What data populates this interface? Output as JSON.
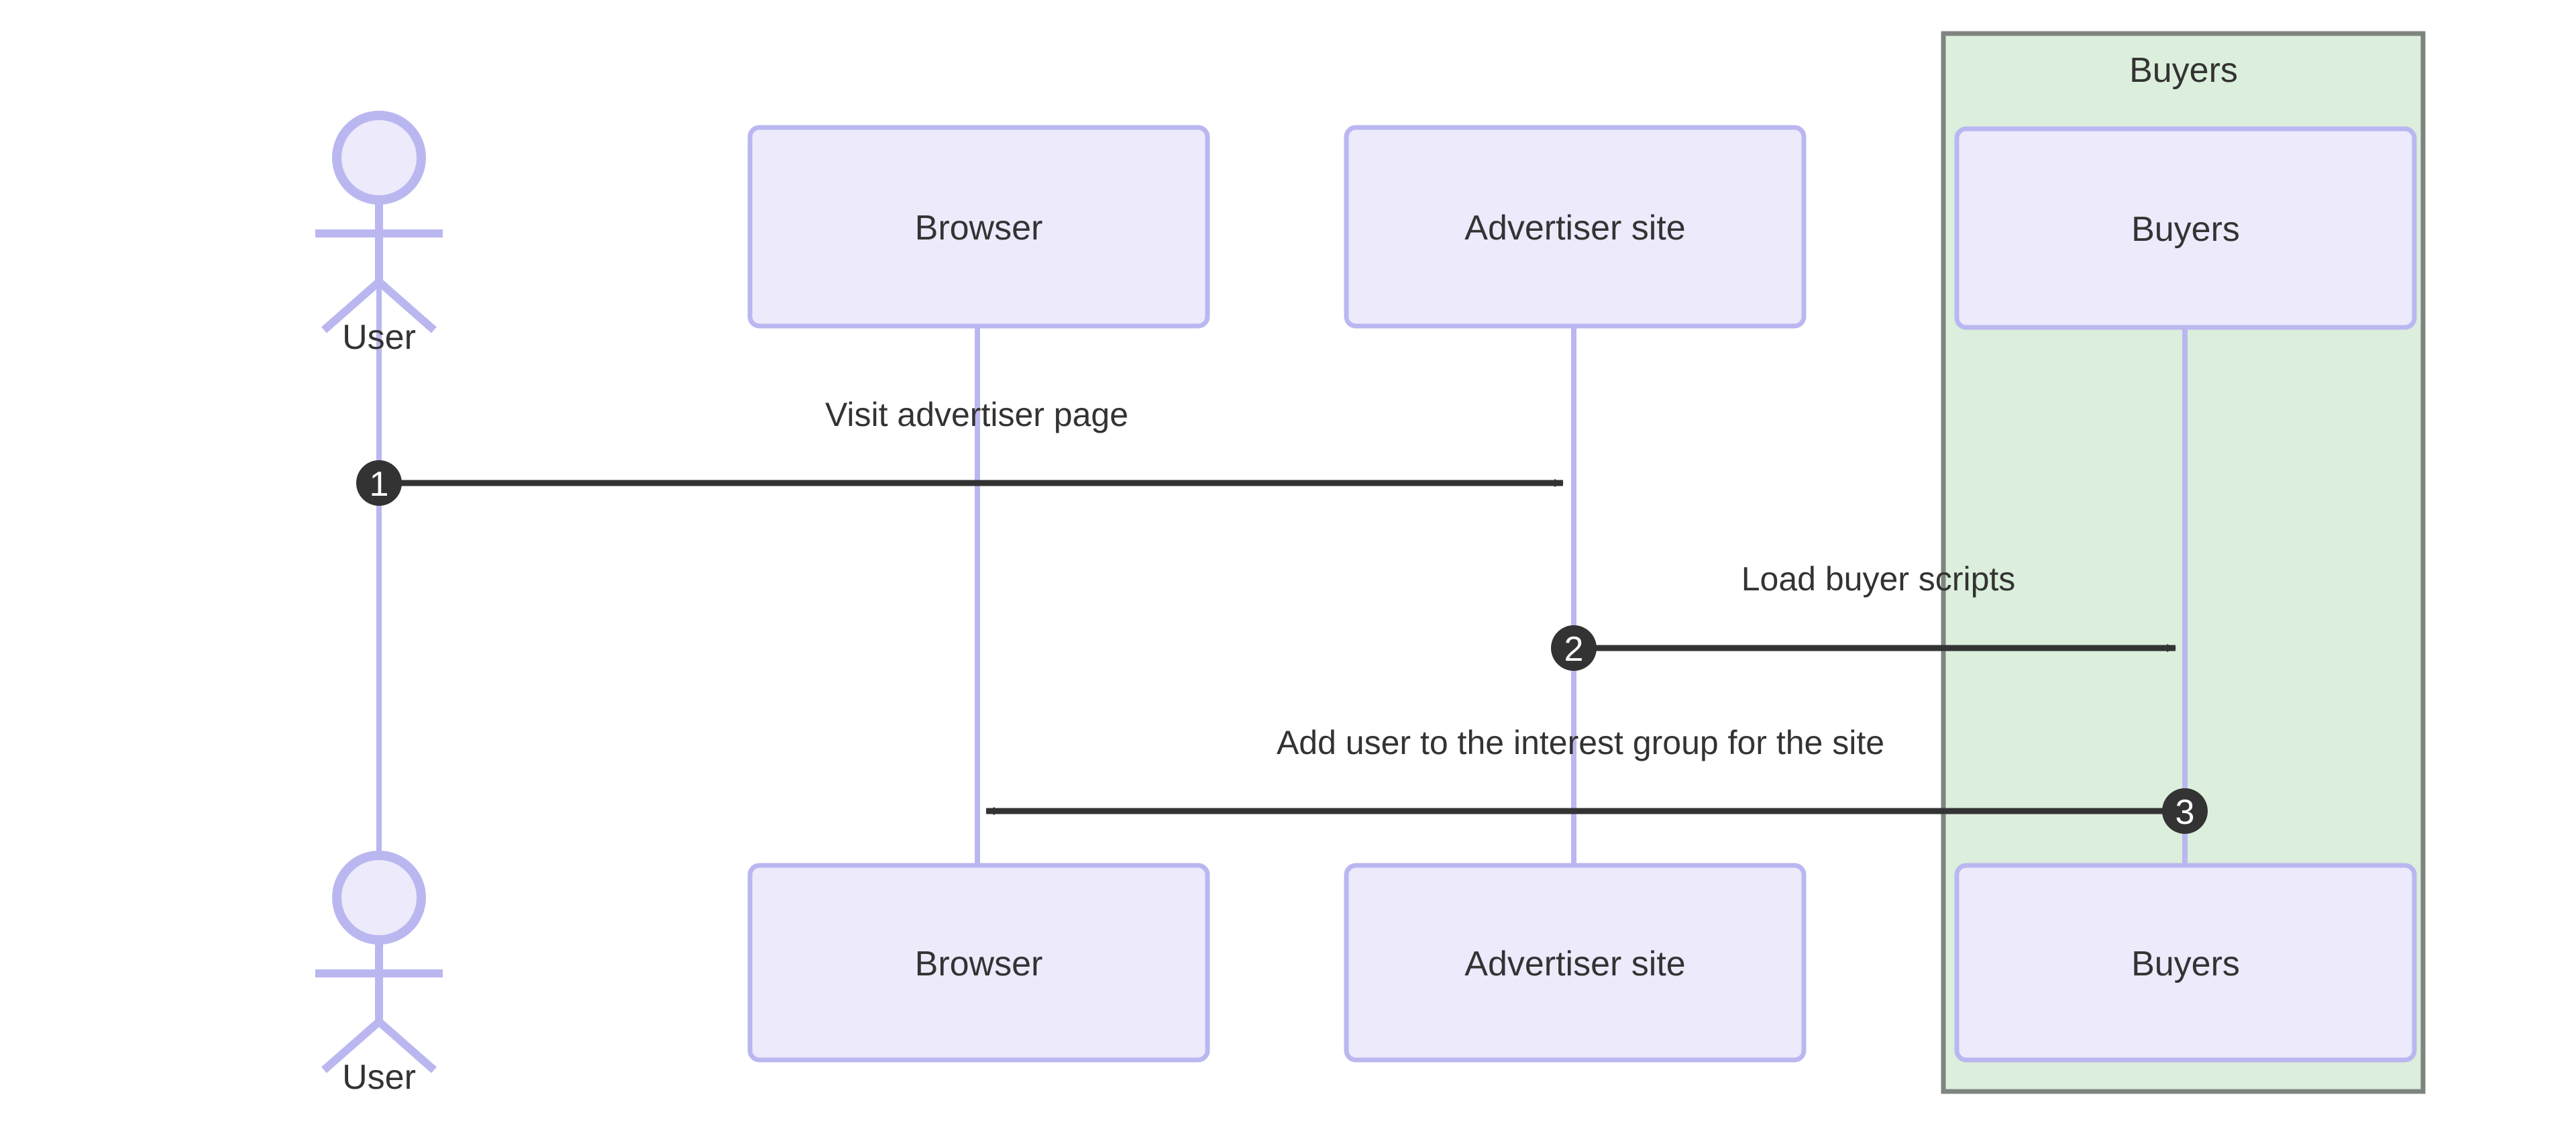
{
  "diagram": {
    "type": "sequence-diagram",
    "title": "",
    "background_color": "#ffffff",
    "participant_box": {
      "fill": "#ECEAFB",
      "stroke": "#BAB7F0",
      "text_color": "#333333"
    },
    "lifeline_color": "#BAB7F0",
    "arrow_color": "#333333",
    "sequence_marker": {
      "fill": "#333333",
      "text_color": "#ffffff"
    },
    "group": {
      "label": "Buyers",
      "fill": "#DCEEDC",
      "stroke": "#7E8480",
      "label_color": "#333333"
    },
    "participants": [
      {
        "id": "user",
        "label": "User",
        "kind": "actor"
      },
      {
        "id": "browser",
        "label": "Browser",
        "kind": "participant"
      },
      {
        "id": "advertiser",
        "label": "Advertiser site",
        "kind": "participant"
      },
      {
        "id": "buyers",
        "label": "Buyers",
        "kind": "participant",
        "group": "Buyers"
      }
    ],
    "participants_bottom": [
      {
        "id": "user",
        "label": "User",
        "kind": "actor"
      },
      {
        "id": "browser",
        "label": "Browser",
        "kind": "participant"
      },
      {
        "id": "advertiser",
        "label": "Advertiser site",
        "kind": "participant"
      },
      {
        "id": "buyers",
        "label": "Buyers",
        "kind": "participant",
        "group": "Buyers"
      }
    ],
    "messages": [
      {
        "number": "1",
        "label": "Visit advertiser page",
        "from": "user",
        "to": "advertiser",
        "direction": "right"
      },
      {
        "number": "2",
        "label": "Load buyer scripts",
        "from": "advertiser",
        "to": "buyers",
        "direction": "right"
      },
      {
        "number": "3",
        "label": "Add user to the interest group for the site",
        "from": "buyers",
        "to": "browser",
        "direction": "left"
      }
    ]
  }
}
